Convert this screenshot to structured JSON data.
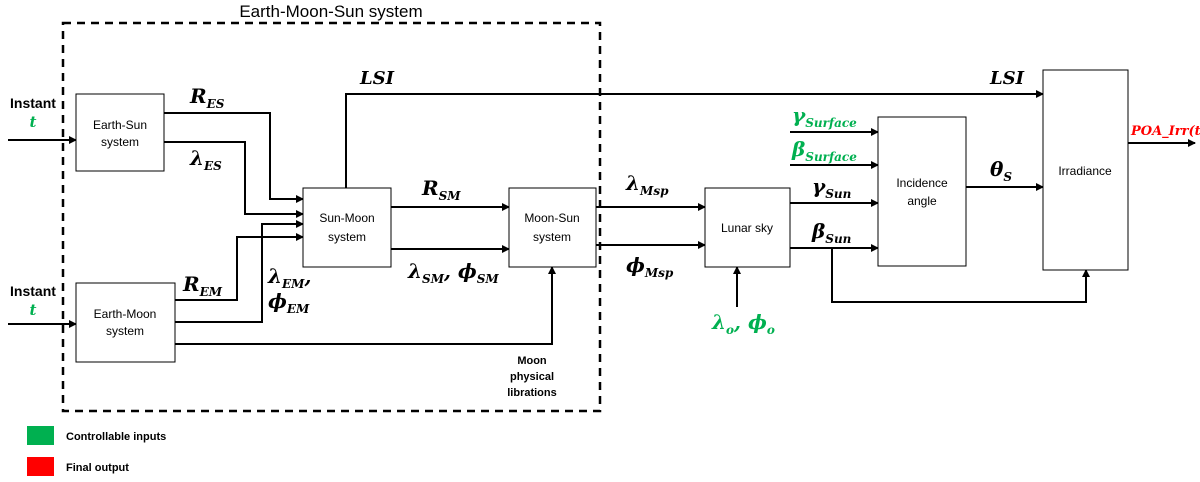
{
  "diagram": {
    "title": "Earth-Moon-Sun system",
    "inputs": {
      "instant_top": {
        "line1": "Instant",
        "line2": "t"
      },
      "instant_bottom": {
        "line1": "Instant",
        "line2": "t"
      }
    },
    "blocks": {
      "earth_sun": {
        "line1": "Earth-Sun",
        "line2": "system"
      },
      "earth_moon": {
        "line1": "Earth-Moon",
        "line2": "system"
      },
      "sun_moon": {
        "line1": "Sun-Moon",
        "line2": "system"
      },
      "moon_sun": {
        "line1": "Moon-Sun",
        "line2": "system"
      },
      "lunar_sky": {
        "line1": "Lunar sky"
      },
      "incidence": {
        "line1": "Incidence",
        "line2": "angle"
      },
      "irradiance": {
        "line1": "Irradiance"
      }
    },
    "signals": {
      "r_es": {
        "base": "R",
        "sub": "ES"
      },
      "lambda_es": {
        "base": "λ",
        "sub": "ES"
      },
      "lsi_left": "LSI",
      "lsi_right": "LSI",
      "r_em": {
        "base": "R",
        "sub": "EM"
      },
      "lambda_em": {
        "base": "λ",
        "sub": "EM",
        "suffix": ","
      },
      "phi_em": {
        "base": "ϕ",
        "sub": "EM"
      },
      "r_sm": {
        "base": "R",
        "sub": "SM"
      },
      "lambda_phi_sm": {
        "base1": "λ",
        "sub1": "SM",
        "sep": ", ",
        "base2": "ϕ",
        "sub2": "SM"
      },
      "lambda_msp": {
        "base": "λ",
        "sub": "Msp"
      },
      "phi_msp": {
        "base": "ϕ",
        "sub": "Msp"
      },
      "gamma_surface": {
        "base": "γ",
        "sub": "Surface"
      },
      "beta_surface": {
        "base": "β",
        "sub": "Surface"
      },
      "gamma_sun": {
        "base": "γ",
        "sub": "Sun"
      },
      "beta_sun": {
        "base": "β",
        "sub": "Sun"
      },
      "theta_s": {
        "base": "θ",
        "sub": "S"
      },
      "lambda_phi_o": {
        "base1": "λ",
        "sub1": "o",
        "sep": ", ",
        "base2": "ϕ",
        "sub2": "o"
      },
      "poa_output": "POA_Irr(t)"
    },
    "librations": {
      "line1": "Moon",
      "line2": "physical",
      "line3": "librations"
    },
    "legend": [
      {
        "label": "Controllable inputs",
        "color": "#00b050"
      },
      {
        "label": "Final output",
        "color": "#ff0000"
      }
    ]
  }
}
